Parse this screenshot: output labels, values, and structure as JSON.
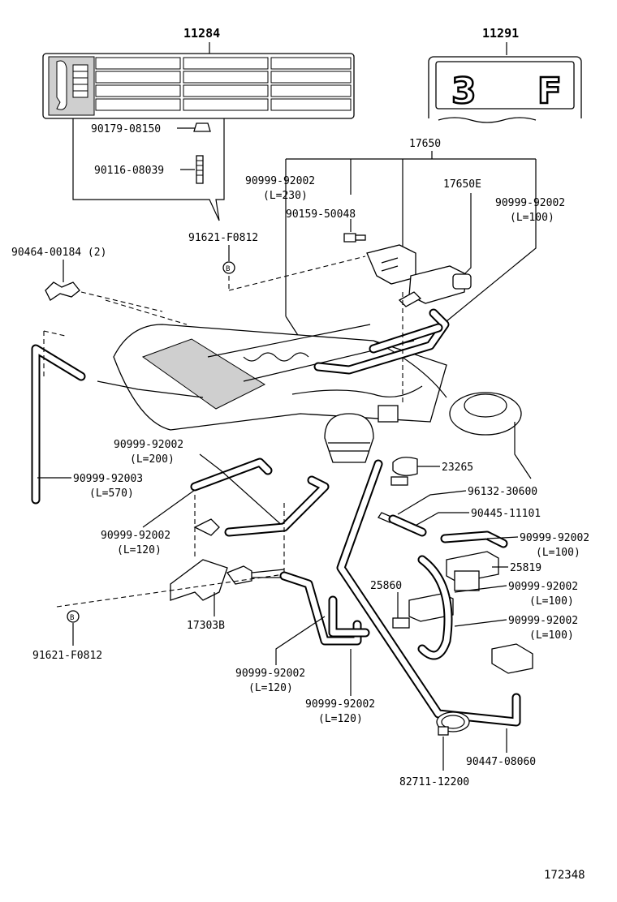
{
  "labels": {
    "p11284": "11284",
    "p11291": "11291",
    "p90179": "90179-08150",
    "p90116": "90116-08039",
    "p91621a": "91621-F0812",
    "p90464": "90464-00184 (2)",
    "p17650": "17650",
    "p17650e": "17650E",
    "p90999_230": "90999-92002",
    "l230": "(L=230)",
    "p90159": "90159-50048",
    "p90999_100a": "90999-92002",
    "l100a": "(L=100)",
    "p90999_200": "90999-92002",
    "l200": "(L=200)",
    "p90999_570": "90999-92003",
    "l570": "(L=570)",
    "p90999_120a": "90999-92002",
    "l120a": "(L=120)",
    "p17303b": "17303B",
    "p91621b": "91621-F0812",
    "p23265": "23265",
    "p96132": "96132-30600",
    "p90445": "90445-11101",
    "p90999_100b": "90999-92002",
    "l100b": "(L=100)",
    "p25819": "25819",
    "p25860": "25860",
    "p90999_100c": "90999-92002",
    "l100c": "(L=100)",
    "p90999_100d": "90999-92002",
    "l100d": "(L=100)",
    "p90999_120b": "90999-92002",
    "l120b": "(L=120)",
    "p90999_120c": "90999-92002",
    "l120c": "(L=120)",
    "p90447": "90447-08060",
    "p82711": "82711-12200",
    "diagram_no": "172348",
    "label_3f": "3 F",
    "callout_b": "B"
  }
}
